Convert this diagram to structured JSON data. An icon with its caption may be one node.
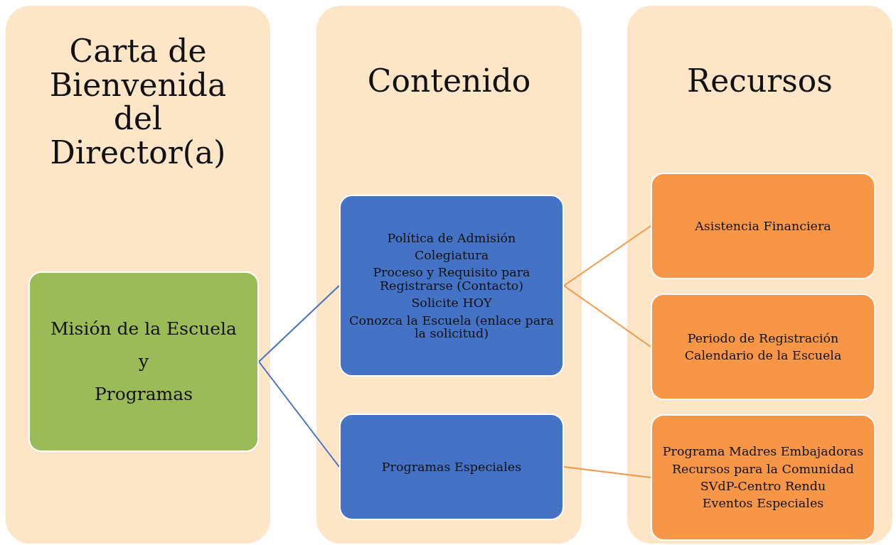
{
  "diagram": {
    "nodes": [
      {
        "text": [
          "Carta de Bienvenida del Director(a)"
        ]
      },
      {
        "text": [
          "Misión de la Escuela",
          "y",
          "Programas"
        ],
        "in": 0
      },
      {
        "text": [
          "Contenido"
        ]
      },
      {
        "text": [
          "Política de Admisión",
          "Colegiatura",
          "Proceso y Requisito para Registrarse (Contacto)",
          "Solicite HOY",
          "Conozca la Escuela (enlace para la solicitud)"
        ],
        "in": 2
      },
      {
        "text": [
          "Programas Especiales"
        ],
        "in": 2
      },
      {
        "text": [
          "Recursos"
        ]
      },
      {
        "text": [
          "Asistencia Financiera"
        ],
        "in": 5
      },
      {
        "text": [
          "Periodo de Registración",
          "Calendario de la Escuela"
        ],
        "in": 5
      },
      {
        "text": [
          "Programa Madres Embajadoras",
          "Recursos para la Comunidad",
          "SVdP-Centro Rendu",
          "Eventos Especiales"
        ],
        "in": 5
      }
    ],
    "edges": [
      {
        "from": 1,
        "to": 3,
        "arrow": "none",
        "color": "#4472c4"
      },
      {
        "from": 1,
        "to": 4,
        "arrow": "none",
        "color": "#4472c4"
      },
      {
        "from": 3,
        "to": 6,
        "arrow": "none"
      },
      {
        "from": 3,
        "to": 7,
        "arrow": "none"
      },
      {
        "from": 4,
        "to": 8,
        "arrow": "none"
      }
    ]
  }
}
